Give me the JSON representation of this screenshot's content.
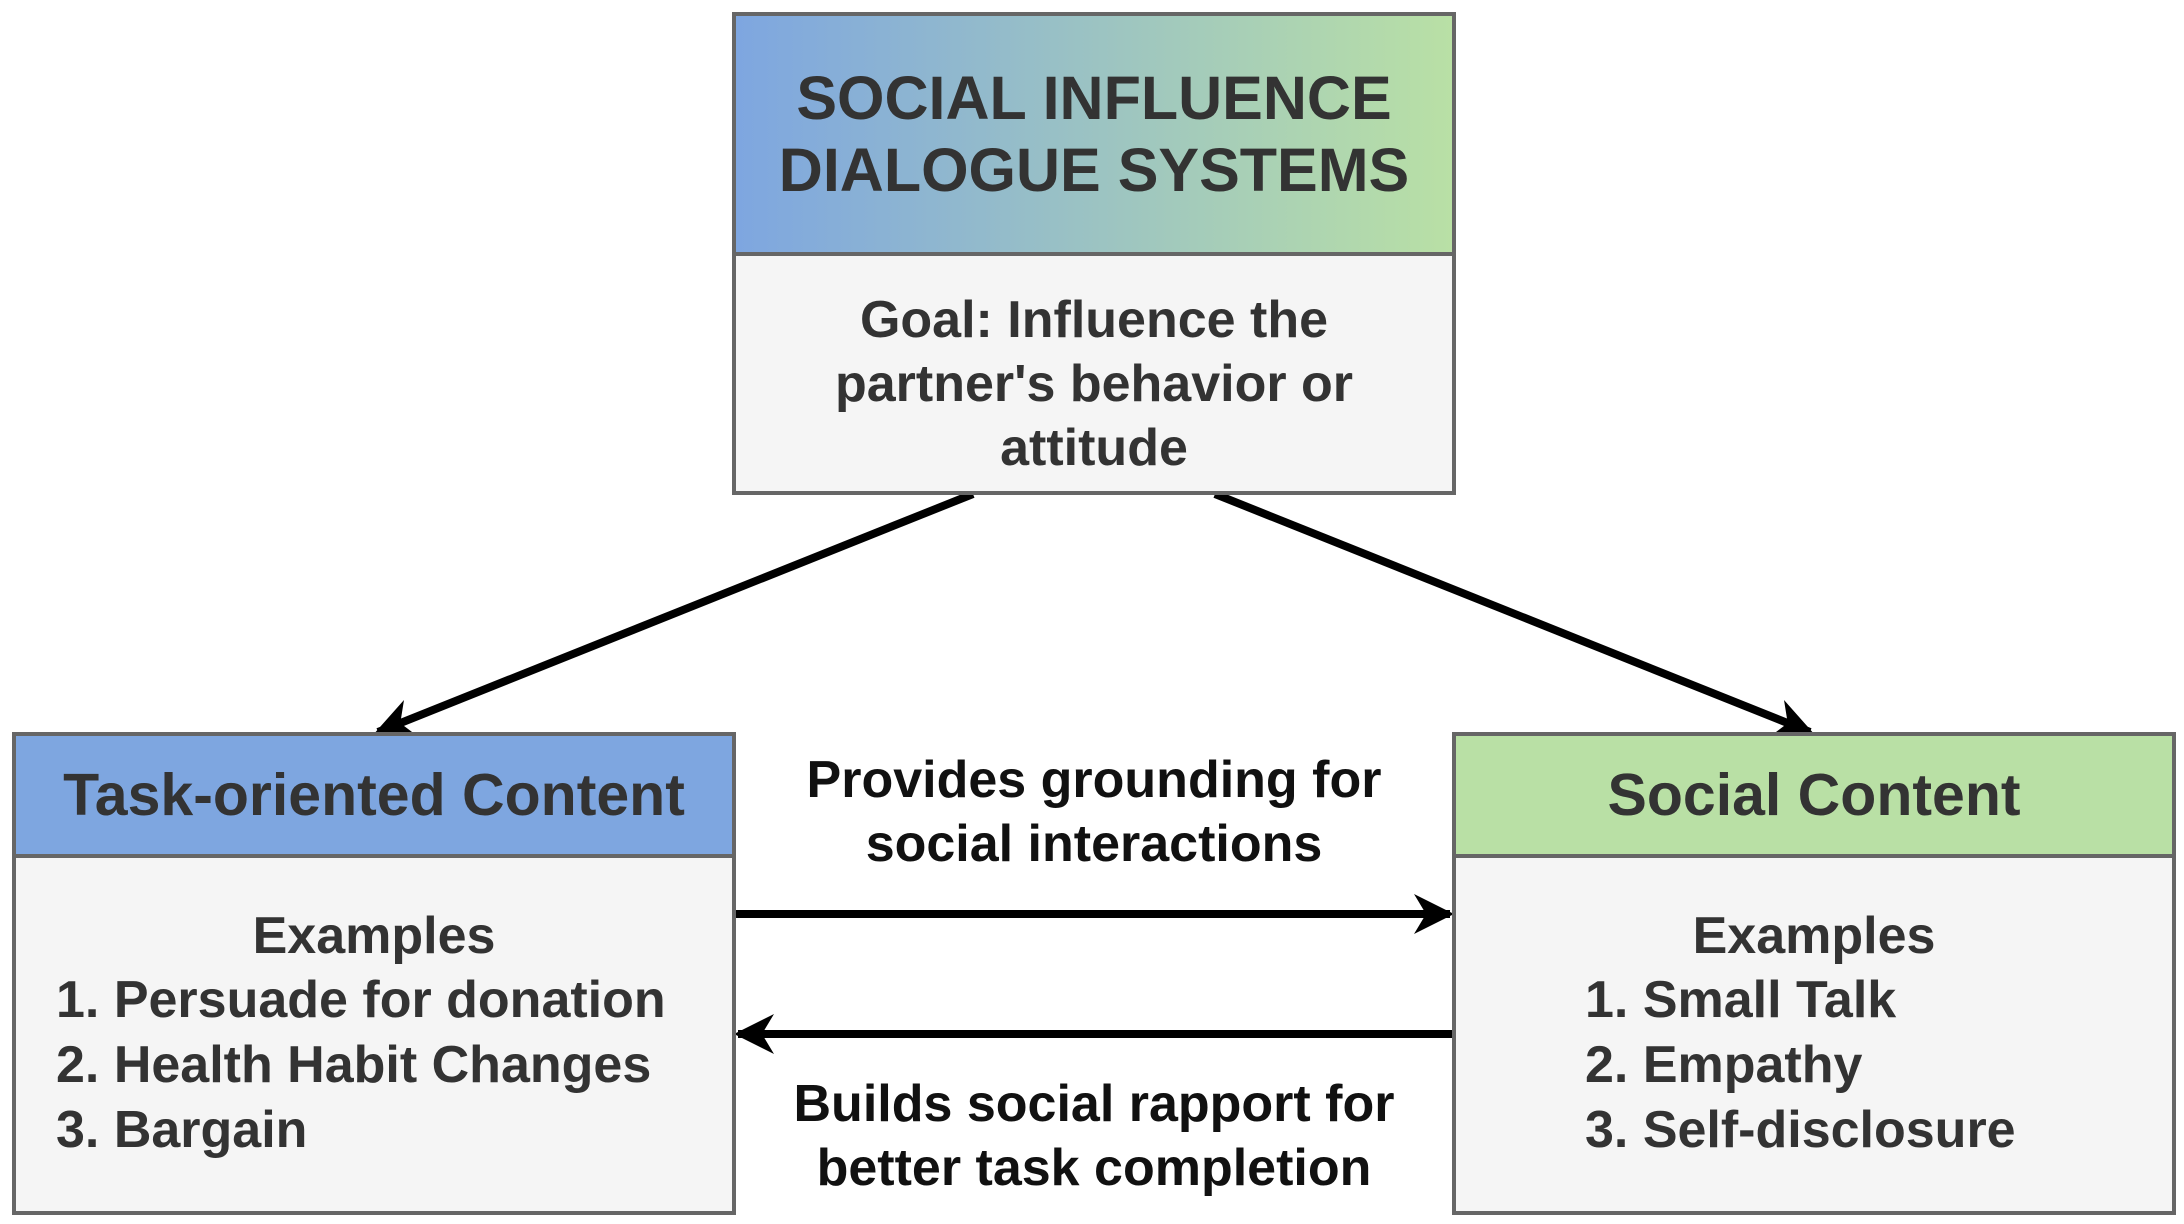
{
  "top": {
    "title_line1": "SOCIAL INFLUENCE",
    "title_line2": "DIALOGUE SYSTEMS",
    "goal_line1": "Goal: Influence the",
    "goal_line2": "partner's behavior or",
    "goal_line3": "attitude"
  },
  "task": {
    "title": "Task-oriented Content",
    "examples_title": "Examples",
    "examples": [
      "1. Persuade for donation",
      "2. Health Habit Changes",
      "3. Bargain"
    ]
  },
  "social": {
    "title": "Social Content",
    "examples_title": "Examples",
    "examples": [
      "1. Small Talk",
      "2. Empathy",
      "3. Self-disclosure"
    ]
  },
  "edges": {
    "grounding_line1": "Provides grounding for",
    "grounding_line2": "social interactions",
    "rapport_line1": "Builds social rapport for",
    "rapport_line2": "better task completion"
  },
  "colors": {
    "task_header": "#7ea6e0",
    "social_header": "#b9e0a5",
    "box_body": "#f5f5f5",
    "border": "#666666"
  }
}
